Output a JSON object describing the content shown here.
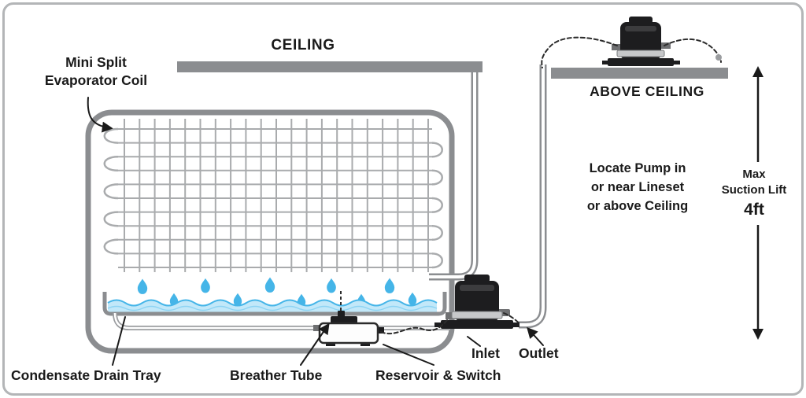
{
  "labels": {
    "ceiling": "CEILING",
    "evaporator": "Mini Split\nEvaporator Coil",
    "above_ceiling": "ABOVE CEILING",
    "locate_pump": "Locate Pump in\nor near Lineset\nor above Ceiling",
    "max_suction": "Max\nSuction Lift",
    "max_suction_value": "4ft",
    "condensate_tray": "Condensate Drain Tray",
    "breather_tube": "Breather Tube",
    "reservoir_switch": "Reservoir & Switch",
    "inlet": "Inlet",
    "outlet": "Outlet"
  },
  "colors": {
    "structure_gray": "#8b8d90",
    "coil_gray": "#a9abad",
    "water_blue": "#45b5e8",
    "water_fill": "#c2e8f9",
    "device_black": "#1d1d1f",
    "tubing_dash": "#2b2b2b",
    "text": "#1a1a1a"
  }
}
